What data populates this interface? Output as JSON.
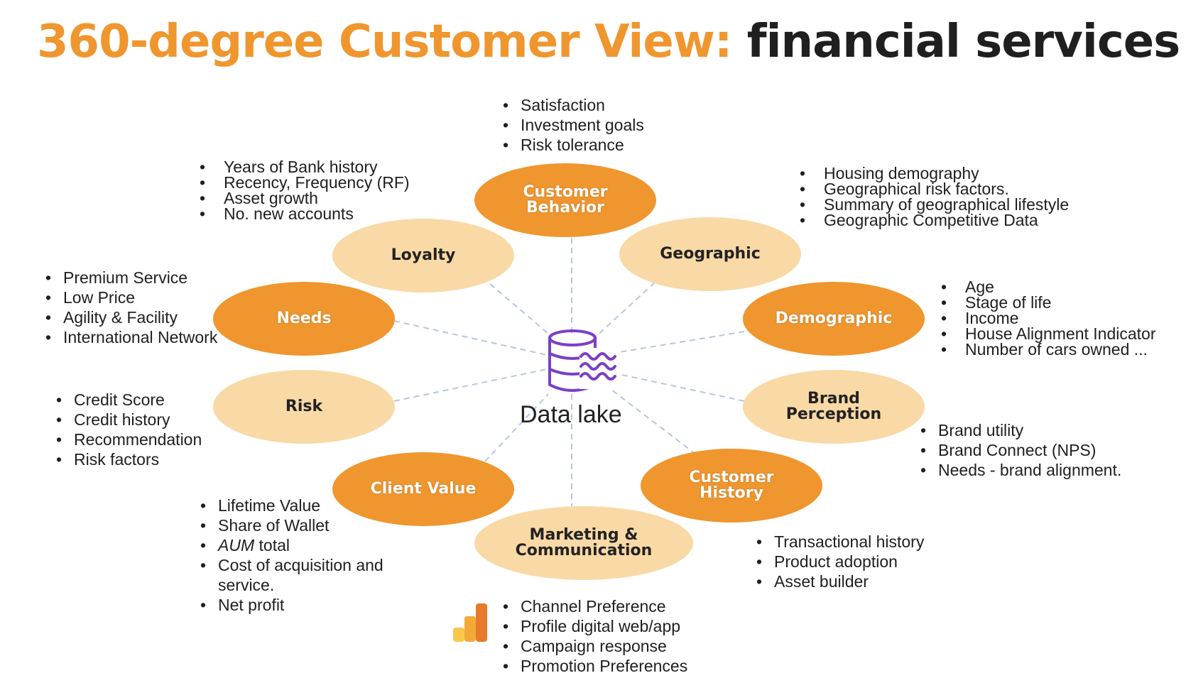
{
  "title": {
    "highlight": "360-degree Customer View:",
    "rest": "financial services"
  },
  "center": {
    "label": "Data lake",
    "icon": "database-waves-icon"
  },
  "colors": {
    "accent": "#f0962e",
    "light": "#f9d9a5",
    "connector": "#b9c4e3",
    "icon": "#7b3fc7"
  },
  "nodes": {
    "customer_behavior": {
      "line1": "Customer",
      "line2": "Behavior",
      "bullets": [
        "Satisfaction",
        "Investment goals",
        "Risk tolerance"
      ]
    },
    "loyalty": {
      "label": "Loyalty",
      "bullets": [
        "Years of Bank history",
        "Recency, Frequency (RF)",
        "Asset growth",
        "No. new accounts"
      ]
    },
    "geographic": {
      "label": "Geographic",
      "bullets": [
        "Housing demography",
        "Geographical risk factors.",
        "Summary of geographical lifestyle",
        "Geographic Competitive Data"
      ]
    },
    "needs": {
      "label": "Needs",
      "bullets": [
        "Premium Service",
        "Low Price",
        "Agility & Facility",
        "International Network"
      ]
    },
    "demographic": {
      "label": "Demographic",
      "bullets": [
        "Age",
        "Stage of life",
        "Income",
        "House Alignment Indicator",
        "Number of cars owned ..."
      ]
    },
    "risk": {
      "label": "Risk",
      "bullets": [
        "Credit Score",
        "Credit history",
        "Recommendation",
        "Risk factors"
      ]
    },
    "brand_perception": {
      "line1": "Brand",
      "line2": "Perception",
      "bullets": [
        "Brand utility",
        "Brand Connect (NPS)",
        "Needs - brand alignment."
      ]
    },
    "client_value": {
      "label": "Client Value",
      "bullets": [
        "Lifetime Value",
        "Share of Wallet",
        "AUM",
        "total",
        "Cost of acquisition and service.",
        "Net profit"
      ]
    },
    "customer_history": {
      "line1": "Customer",
      "line2": "History",
      "bullets": [
        "Transactional history",
        "Product adoption",
        "Asset builder"
      ]
    },
    "marketing": {
      "line1": "Marketing &",
      "line2": "Communication",
      "icon": "bar-chart-icon",
      "bullets": [
        "Channel Preference",
        "Profile digital web/app",
        "Campaign response",
        "Promotion Preferences"
      ]
    }
  }
}
